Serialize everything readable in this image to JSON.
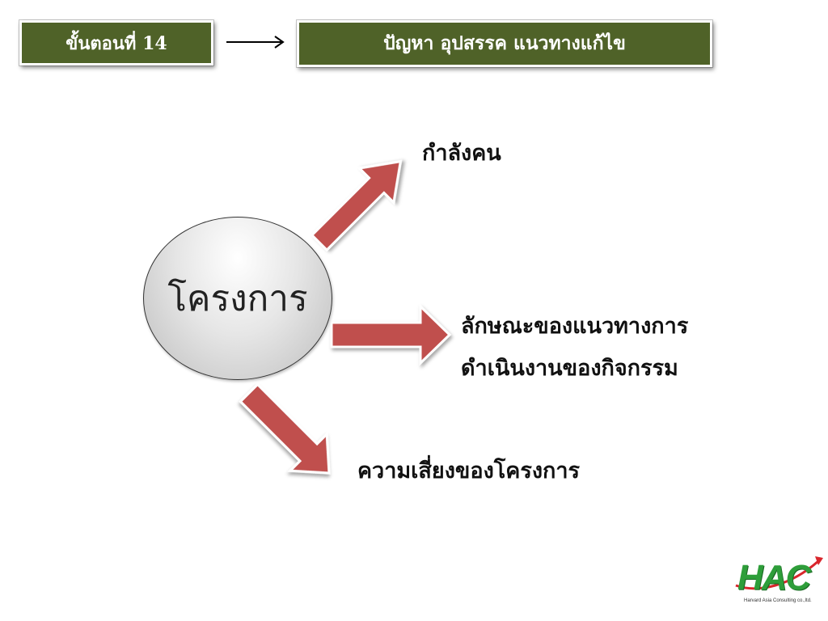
{
  "header": {
    "step_label": "ขั้นตอนที่ 14",
    "topic_label": "ปัญหา อุปสรรค แนวทางแก้ไข"
  },
  "diagram": {
    "center_label": "โครงการ",
    "branches": [
      {
        "label": "กำลังคน"
      },
      {
        "label_line1": "ลักษณะของแนวทางการ",
        "label_line2": "ดำเนินงานของกิจกรรม"
      },
      {
        "label": "ความเสี่ยงของโครงการ"
      }
    ],
    "arrow_color": "#c0504d"
  },
  "logo": {
    "text": "HAC",
    "subtitle": "Harvard Asia Consulting co.,ltd.",
    "color": "#2e9e3a",
    "accent": "#d9262c"
  }
}
